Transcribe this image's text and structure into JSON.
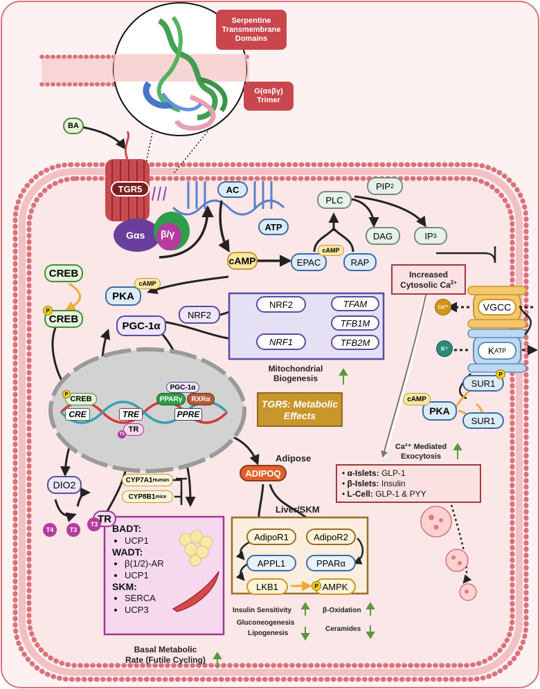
{
  "title_box": {
    "line1": "Serpentine",
    "line2": "Transmembrane",
    "line3": "Domains"
  },
  "trimer_box": {
    "line1": "G(αsβγ)",
    "line2": "Trimer"
  },
  "ba": "BA",
  "tgr5": "TGR5",
  "gas": "Gαs",
  "bg": "β/γ",
  "ac": "AC",
  "atp": "ATP",
  "camp": "cAMP",
  "plc": "PLC",
  "pip2": "PIP",
  "pip2_sub": "2",
  "dag": "DAG",
  "ip3": "IP",
  "ip3_sub": "3",
  "epac": "EPAC",
  "rap": "RAP",
  "camp_small": "cAMP",
  "creb": "CREB",
  "creb_p": "CREB",
  "pka": "PKA",
  "p": "P",
  "pgc": "PGC-1α",
  "nrf2_a": "NRF2",
  "nrf2_b": "NRF2",
  "nrf1": "NRF1",
  "tfam": "TFAM",
  "tfb1m": "TFB1M",
  "tfb2m": "TFB2M",
  "mito": {
    "line1": "Mitochondrial",
    "line2": "Biogenesis"
  },
  "calcium": {
    "line1": "Increased",
    "line2": "Cytosolic Ca",
    "sup": "2+"
  },
  "ca_ion": "Ca²⁺",
  "k_ion": "K⁺",
  "vgcc": "VGCC",
  "katp": "K",
  "katp_sub": "ATP",
  "sur1_p": "SUR1",
  "sur1": "SUR1",
  "pka2": "PKA",
  "camp_pka2": "cAMP",
  "exocytosis": {
    "line1": "Ca²⁺ Mediated",
    "line2": "Exocytosis"
  },
  "islets": [
    {
      "b": "α-Islets:",
      "t": " GLP-1"
    },
    {
      "b": "β-Islets:",
      "t": " Insulin"
    },
    {
      "b": "L-Cell:",
      "t": " GLP-1 & PYY"
    }
  ],
  "nucleus": {
    "creb": "CREB",
    "cre": "CRE",
    "tre": "TRE",
    "ppre": "PPRE",
    "pgc": "PGC-1α",
    "ppar": "PPARγ",
    "rxr": "RXRα",
    "tr": "TR",
    "t3": "T3"
  },
  "effects_title": {
    "line1": "TGR5: Metabolic",
    "line2": "Effects"
  },
  "adipose": "Adipose",
  "adipoq": "ADIPOQ",
  "liver": "Liver/SKM",
  "dio2": "DIO2",
  "tr": "TR",
  "t3": "T3",
  "t4": "T4",
  "cyp7": "CYP7A1",
  "cyp7_sub": "Human",
  "cyp8": "CYP8B1",
  "cyp8_sub": "mice",
  "bmr_list": {
    "badt": "BADT:",
    "badt_items": [
      "UCP1"
    ],
    "wadt": "WADT:",
    "wadt_items": [
      "β(1/2)-AR",
      "UCP1"
    ],
    "skm": "SKM:",
    "skm_items": [
      "SERCA",
      "UCP3"
    ]
  },
  "bmr": {
    "line1": "Basal Metabolic",
    "line2": "Rate (Futile Cycling)"
  },
  "adipo": {
    "r1": "AdipoR1",
    "r2": "AdipoR2",
    "appl1": "APPL1",
    "ppara": "PPARα",
    "lkb1": "LKB1",
    "ampk": "AMPK"
  },
  "outcomes": {
    "insulin": "Insulin Sensitivity",
    "gluco": "Gluconeogenesis",
    "lipo": "Lipogenesis",
    "box": "β-Oxidation",
    "cer": "Ceramides"
  },
  "colors": {
    "membrane": "#d9737a",
    "cell_bg": "#fdeeee",
    "blue_pill": "#dcecf7",
    "green_pill": "#e3f4d8",
    "purple_pill": "#ece6f7",
    "purple_box": "#e6e0f5",
    "orange_box": "#fbeede",
    "magenta_box": "#f6d9ef",
    "gold": "#c9962b",
    "red_box": "#c9464c",
    "up_arrow": "#5a9a3a",
    "down_arrow": "#5a9a3a"
  }
}
